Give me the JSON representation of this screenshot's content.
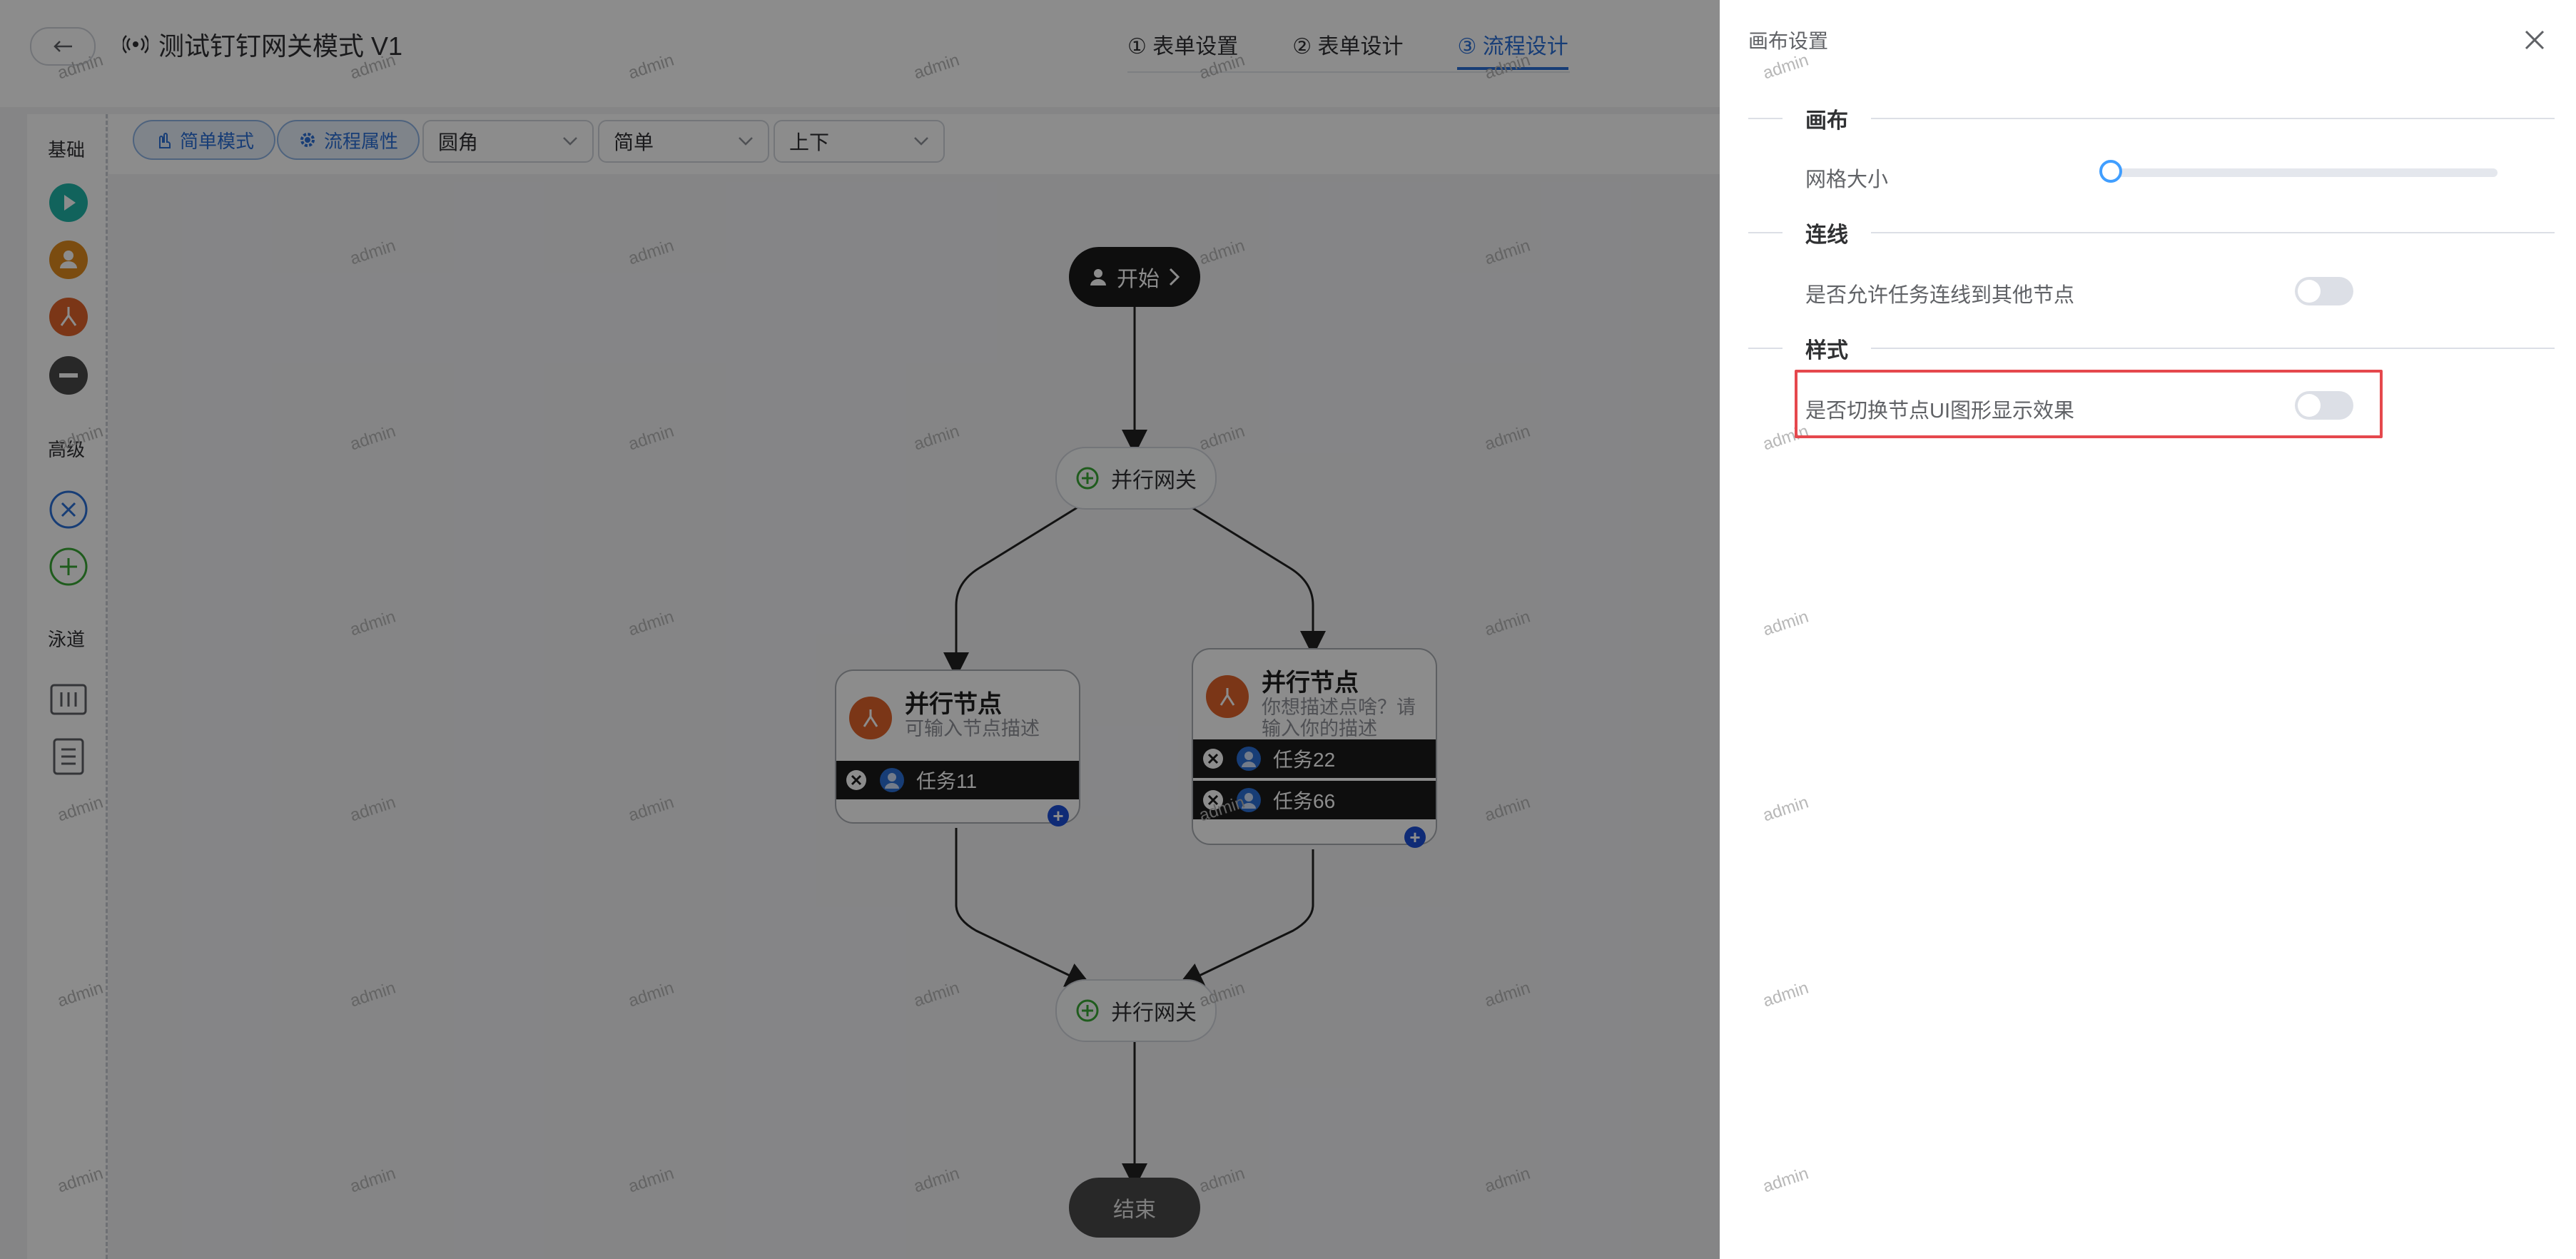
{
  "app": {
    "title": "测试钉钉网关模式 V1",
    "tabs": [
      {
        "label": "① 表单设置",
        "active": false
      },
      {
        "label": "② 表单设计",
        "active": false
      },
      {
        "label": "③ 流程设计",
        "active": true
      }
    ]
  },
  "sidebar": {
    "sections": [
      "基础",
      "高级",
      "泳道"
    ],
    "icons": [
      "play-icon",
      "user-task-icon",
      "parallel-icon",
      "minus-icon",
      "exclusive-gateway-icon",
      "parallel-gateway-icon",
      "lane-horizontal-icon",
      "lane-vertical-icon"
    ]
  },
  "toolbar": {
    "simple_mode": "简单模式",
    "flow_props": "流程属性",
    "selects": [
      "圆角",
      "简单",
      "上下"
    ]
  },
  "flow": {
    "start": "开始",
    "gateway_top": "并行网关",
    "gateway_bottom": "并行网关",
    "end": "结束",
    "left_node": {
      "title": "并行节点",
      "desc": "可输入节点描述",
      "tasks": [
        "任务11"
      ]
    },
    "right_node": {
      "title": "并行节点",
      "desc": "你想描述点啥？请输入你的描述",
      "tasks": [
        "任务22",
        "任务66"
      ]
    }
  },
  "watermark": "admin",
  "drawer": {
    "title": "画布设置",
    "sections": [
      {
        "label": "画布",
        "field": "网格大小",
        "control": "slider",
        "value": 0
      },
      {
        "label": "连线",
        "field": "是否允许任务连线到其他节点",
        "control": "switch",
        "value": false
      },
      {
        "label": "样式",
        "field": "是否切换节点UI图形显示效果",
        "control": "switch",
        "value": false
      }
    ]
  },
  "colors": {
    "accent": "#2b6fd8",
    "highlight": "#e5484d",
    "node_orange": "#e0632b",
    "overlay": "rgba(0,0,0,0.45)"
  }
}
